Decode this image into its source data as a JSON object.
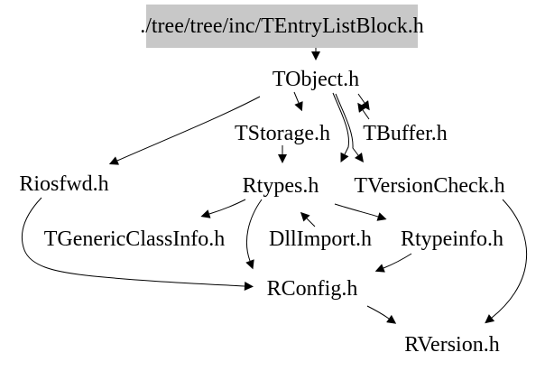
{
  "diagram": {
    "type": "include-dependency-graph",
    "background_color": "#ffffff",
    "edge_color": "#000000",
    "text_color": "#000000",
    "root": {
      "label": "./tree/tree/inc/TEntryListBlock.h",
      "fill": "#c8c8c8"
    },
    "nodes": [
      {
        "id": "TObject.h",
        "label": "TObject.h"
      },
      {
        "id": "TStorage.h",
        "label": "TStorage.h"
      },
      {
        "id": "TBuffer.h",
        "label": "TBuffer.h"
      },
      {
        "id": "Riosfwd.h",
        "label": "Riosfwd.h"
      },
      {
        "id": "Rtypes.h",
        "label": "Rtypes.h"
      },
      {
        "id": "TVersionCheck.h",
        "label": "TVersionCheck.h"
      },
      {
        "id": "TGenericClassInfo.h",
        "label": "TGenericClassInfo.h"
      },
      {
        "id": "DllImport.h",
        "label": "DllImport.h"
      },
      {
        "id": "Rtypeinfo.h",
        "label": "Rtypeinfo.h"
      },
      {
        "id": "RConfig.h",
        "label": "RConfig.h"
      },
      {
        "id": "RVersion.h",
        "label": "RVersion.h"
      }
    ],
    "edges": [
      {
        "from": "./tree/tree/inc/TEntryListBlock.h",
        "to": "TObject.h"
      },
      {
        "from": "TObject.h",
        "to": "Riosfwd.h"
      },
      {
        "from": "TObject.h",
        "to": "TStorage.h"
      },
      {
        "from": "TObject.h",
        "to": "TBuffer.h"
      },
      {
        "from": "TBuffer.h",
        "to": "TObject.h"
      },
      {
        "from": "TObject.h",
        "to": "Rtypes.h"
      },
      {
        "from": "TObject.h",
        "to": "TVersionCheck.h"
      },
      {
        "from": "TStorage.h",
        "to": "Rtypes.h"
      },
      {
        "from": "Rtypes.h",
        "to": "TGenericClassInfo.h"
      },
      {
        "from": "Rtypes.h",
        "to": "RConfig.h"
      },
      {
        "from": "Rtypes.h",
        "to": "Rtypeinfo.h"
      },
      {
        "from": "DllImport.h",
        "to": "Rtypes.h"
      },
      {
        "from": "Rtypeinfo.h",
        "to": "RConfig.h"
      },
      {
        "from": "Riosfwd.h",
        "to": "RConfig.h"
      },
      {
        "from": "TVersionCheck.h",
        "to": "RVersion.h"
      },
      {
        "from": "RConfig.h",
        "to": "RVersion.h"
      }
    ]
  }
}
